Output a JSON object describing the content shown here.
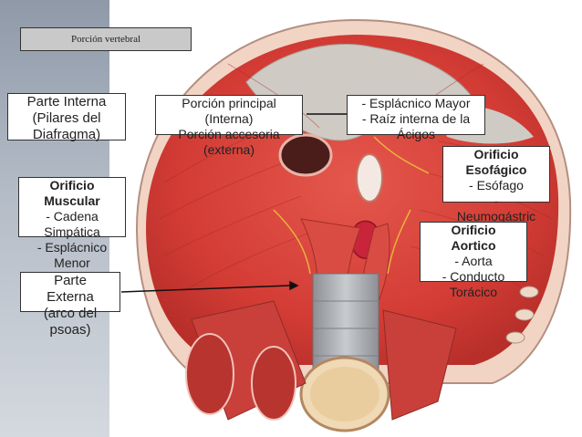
{
  "header": {
    "title": "Porción vertebral"
  },
  "labels": {
    "parte_interna": [
      "Parte Interna",
      "(Pilares del",
      "Diafragma)"
    ],
    "porcion_principal": [
      "Porción principal",
      "(Interna)",
      "Porción accesoria",
      "(externa)"
    ],
    "esplacnico": [
      "- Esplácnico Mayor",
      "- Raíz interna de la",
      "Ácigos"
    ],
    "orificio_esofagico": {
      "title": [
        "Orificio",
        "Esofágico"
      ],
      "items": [
        "- Esófago",
        "-",
        "Neumogástric",
        "o"
      ]
    },
    "orificio_muscular": {
      "title": [
        "Orificio",
        "Muscular"
      ],
      "items": [
        "- Cadena",
        "Simpática",
        "- Esplácnico",
        "Menor"
      ]
    },
    "orificio_aortico": {
      "title": [
        "Orificio",
        "Aortico"
      ],
      "items": [
        "- Aorta",
        "- Conducto",
        "Torácico"
      ]
    },
    "parte_externa": [
      "Parte",
      "Externa",
      "(arco del",
      "psoas)"
    ]
  },
  "colors": {
    "muscle": "#d8403a",
    "tendon": "#c9c4bf",
    "arrow": "#111111",
    "band": "#a7b0bc"
  }
}
